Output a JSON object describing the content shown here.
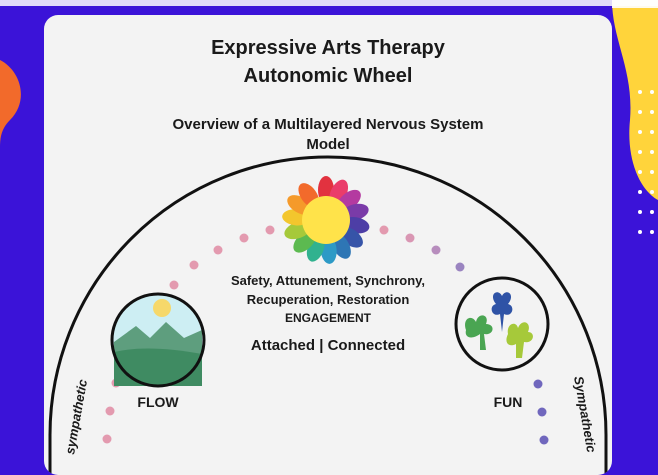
{
  "poster": {
    "title_line1": "Expressive Arts Therapy",
    "title_line2": "Autonomic Wheel",
    "subtitle_line1": "Overview of a Multilayered Nervous System",
    "subtitle_line2": "Model"
  },
  "engagement": {
    "qualities_line1": "Safety, Attunement,  Synchrony,",
    "qualities_line2": "Recuperation, Restoration",
    "state": "ENGAGEMENT",
    "status": "Attached | Connected"
  },
  "left_node": {
    "label": "FLOW",
    "arc_label": "sympathetic"
  },
  "right_node": {
    "label": "FUN",
    "arc_label": "Sympathetic"
  },
  "colors": {
    "background": "#3b13d8",
    "card": "#f3f3f3",
    "pink_dots": "#e39aaf",
    "purple_dots": "#7067bd",
    "orange": "#f26a2b",
    "yellow": "#ffd43b"
  },
  "icons": [
    "flower-icon",
    "landscape-icon",
    "coral-icon"
  ]
}
